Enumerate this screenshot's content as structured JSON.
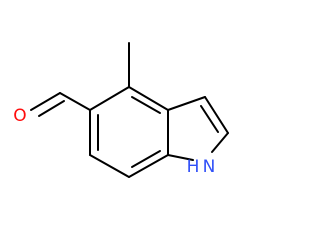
{
  "molecule": {
    "atoms": {
      "oxygen": {
        "label": "O",
        "color": "#ff0d0d"
      },
      "nitrogen": {
        "label": "N",
        "color": "#3050f8"
      },
      "hydrogen": {
        "label": "H",
        "color": "#3050f8"
      }
    },
    "bond_color": "#000000"
  }
}
